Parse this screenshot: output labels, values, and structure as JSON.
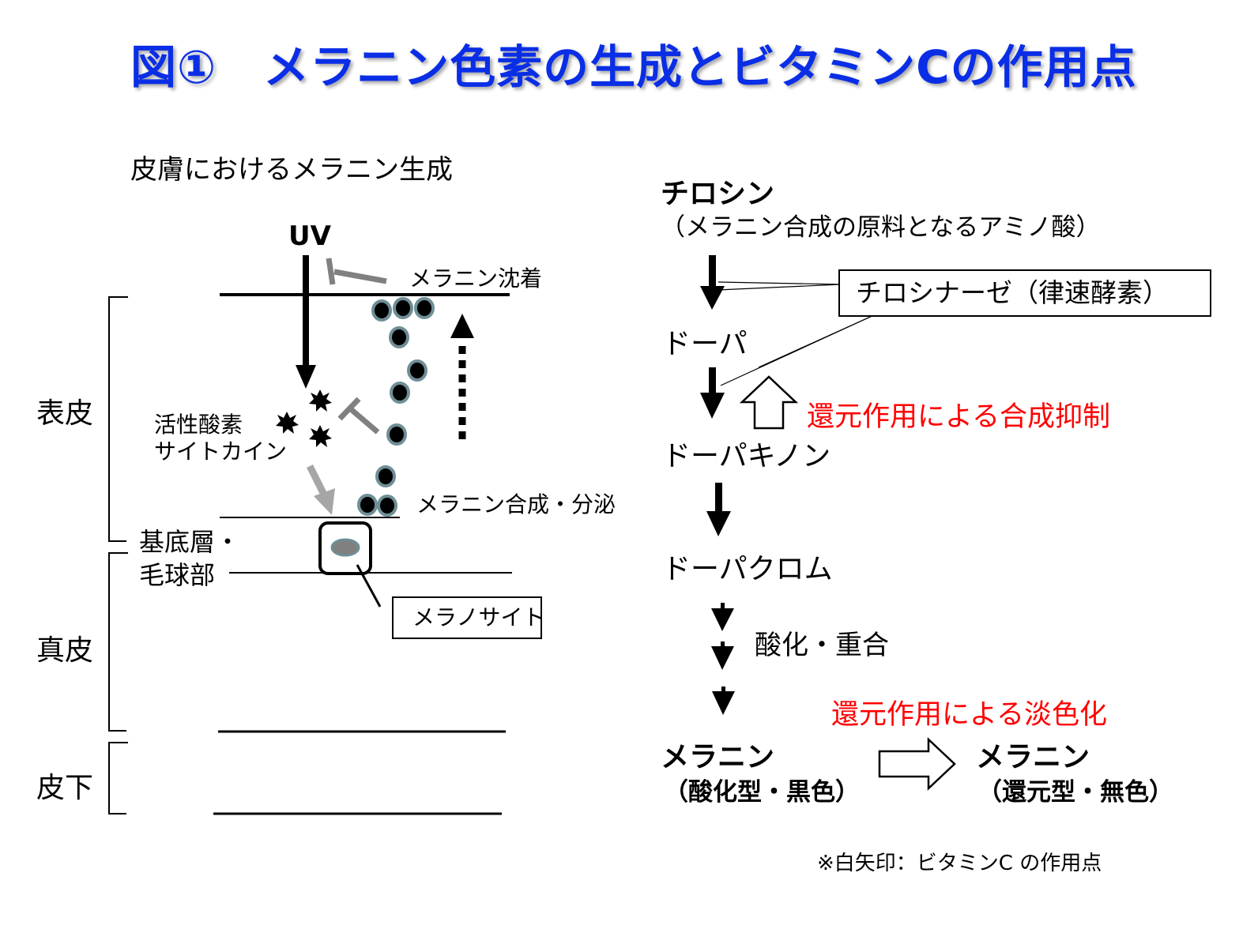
{
  "title": "図①　メラニン色素の生成とビタミンCの作用点",
  "left_panel": {
    "heading": "皮膚におけるメラニン生成",
    "uv_label": "UV",
    "deposition_label": "メラニン沈着",
    "ros_label_line1": "活性酸素",
    "ros_label_line2": "サイトカイン",
    "synthesis_label": "メラニン合成・分泌",
    "basal_label_line1": "基底層・",
    "basal_label_line2": "毛球部",
    "melanocyte_label": "メラノサイト",
    "layers": [
      "表皮",
      "真皮",
      "皮下"
    ]
  },
  "right_panel": {
    "tyrosine": "チロシン",
    "tyrosine_note": "（メラニン合成の原料となるアミノ酸）",
    "enzyme": "チロシナーゼ（律速酵素）",
    "dopa": "ドーパ",
    "reduction_inhibit": "還元作用による合成抑制",
    "dopaquinone": "ドーパキノン",
    "dopachrome": "ドーパクロム",
    "oxidation": "酸化・重合",
    "reduction_fade": "還元作用による淡色化",
    "melanin_oxidized": "メラニン",
    "melanin_oxidized_note": "（酸化型・黒色）",
    "melanin_reduced": "メラニン",
    "melanin_reduced_note": "（還元型・無色）",
    "footnote": "※白矢印：ビタミンC の作用点"
  },
  "colors": {
    "title": "#0a2ee6",
    "highlight": "#ff0000",
    "inhibitor": "#808080",
    "granule_rim": "#6f8e96"
  }
}
